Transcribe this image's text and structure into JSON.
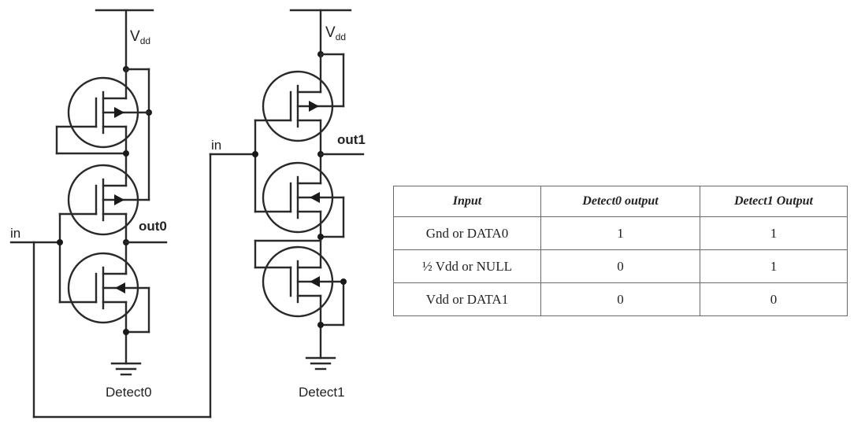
{
  "circuit": {
    "vdd_label": "V",
    "vdd_subscript": "dd",
    "left": {
      "input_label": "in",
      "output_label": "out0",
      "name": "Detect0"
    },
    "right": {
      "input_label": "in",
      "output_label": "out1",
      "name": "Detect1"
    }
  },
  "table": {
    "headers": [
      "Input",
      "Detect0 output",
      "Detect1 Output"
    ],
    "rows": [
      [
        "Gnd or DATA0",
        "1",
        "1"
      ],
      [
        "½ Vdd or NULL",
        "0",
        "1"
      ],
      [
        "Vdd or DATA1",
        "0",
        "0"
      ]
    ]
  }
}
